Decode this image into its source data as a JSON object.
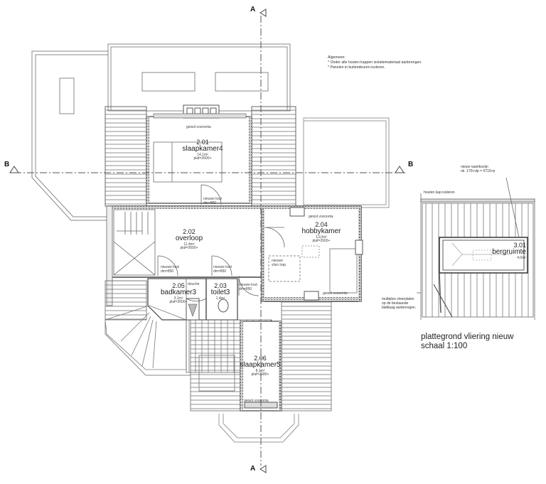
{
  "drawing": {
    "title": "plattegrond vliering nieuw",
    "scale": "schaal 1:100",
    "section_markers": {
      "a_top": "A",
      "a_bottom": "A",
      "b_left": "B",
      "b_right": "B"
    },
    "general_notes": {
      "heading": "Algemeen:",
      "lines": [
        "* Onder alle houten kappen isolatiemateriaal aanbrengen.",
        "* Panelen in buitendeuren isoleren."
      ]
    }
  },
  "rooms": [
    {
      "number": "2.01",
      "name": "slaapkamer4",
      "area": "14,1m²",
      "ceiling": "plaf=2600+"
    },
    {
      "number": "2.02",
      "name": "overloop",
      "area": "11,4m²",
      "ceiling": "plaf=2600+"
    },
    {
      "number": "2.03",
      "name": "toilet3",
      "area": "1,4m²",
      "ceiling": ""
    },
    {
      "number": "2.04",
      "name": "hobbykamer",
      "area": "13,0m²",
      "ceiling": "plaf=2600+"
    },
    {
      "number": "2.05",
      "name": "badkamer3",
      "area": "3,1m²",
      "ceiling": "plaf=2600+"
    },
    {
      "number": "2.06",
      "name": "slaapkamer5",
      "area": "8,1m²",
      "ceiling": "plaf=2680+"
    },
    {
      "number": "3.01",
      "name": "bergruimte",
      "area": "4,0m²",
      "ceiling": ""
    }
  ],
  "annotations": {
    "geisol_voorzetw": "geisol.voorzetw.",
    "nieuwe_kozijn_line1": "nieuwe kozi",
    "nieuwe_kozijn_line2": "dm=850",
    "douche": "douche",
    "nieuwe_vlizo_trap_line1": "nieuwe",
    "nieuwe_vlizo_trap_line2": "vlizo trap",
    "nieuw_raamkozijn_line1": "nieuw raamkozijn",
    "nieuw_raamkozijn_line2": "ok. 170+vlp = 9710+p",
    "houten_kap_isoleren": "houten kap isoleren",
    "multiplex_line1": "multiplex vloerplaten",
    "multiplex_line2": "op de bestaande",
    "multiplex_line3": "balklaag aanbrengen."
  },
  "colors": {
    "line": "#555555",
    "light_line": "#9a9a9a",
    "wall_fill": "#d8d8d8",
    "background": "#ffffff"
  }
}
